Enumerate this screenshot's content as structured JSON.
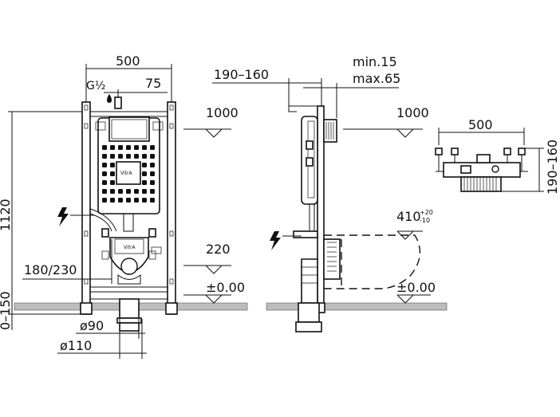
{
  "front_view": {
    "width_label": "500",
    "supply_label": "G½",
    "offset_label": "75",
    "height_label": "1120",
    "bracket_label": "180/230",
    "floor_adjust_label": "0–150",
    "pipe_small_label": "ø90",
    "pipe_large_label": "ø110",
    "brand_label": "VitrA"
  },
  "side_view": {
    "wall_distance_label": "190–160",
    "min_label": "min.15",
    "max_label": "max.65",
    "level_1000_label": "1000",
    "level_1000_b_label": "1000",
    "level_220_label": "220",
    "level_410_label": "410",
    "level_410_tol_plus": "+20",
    "level_410_tol_minus": "-10",
    "level_zero_label": "±0.00",
    "level_zero_b_label": "±0.00"
  },
  "top_view": {
    "width_label": "500",
    "depth_label": "190–160"
  },
  "symbols": {
    "electric_icon": "lightning-bolt",
    "water_icon": "water-drop"
  }
}
